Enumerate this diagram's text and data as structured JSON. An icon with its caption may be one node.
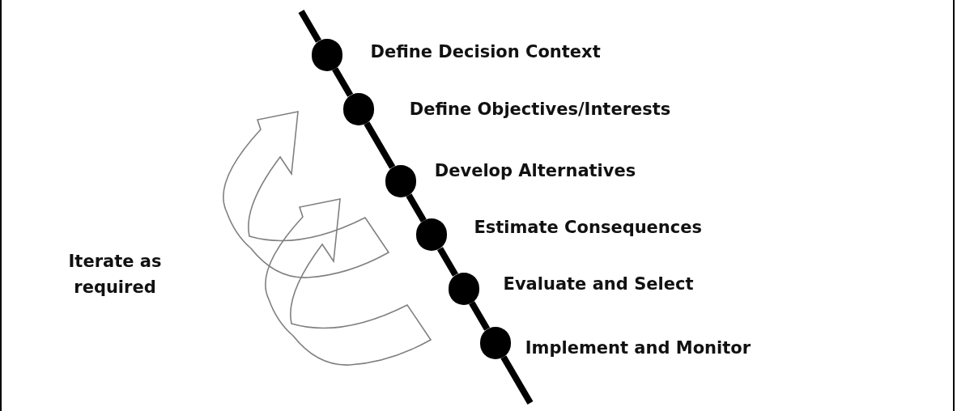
{
  "diagram": {
    "nodes": [
      {
        "text": [
          "Define Decision Context"
        ]
      },
      {
        "text": [
          "Define Objectives/Interests"
        ]
      },
      {
        "text": [
          "Develop Alternatives"
        ]
      },
      {
        "text": [
          "Estimate Consequences"
        ]
      },
      {
        "text": [
          "Evaluate and Select"
        ]
      },
      {
        "text": [
          "Implement and Monitor"
        ]
      }
    ],
    "edges": [
      {
        "from": null,
        "to": 0,
        "arrow": "none"
      },
      {
        "from": 0,
        "to": 1,
        "arrow": "none"
      },
      {
        "from": 1,
        "to": 2,
        "arrow": "none"
      },
      {
        "from": 2,
        "to": 3,
        "arrow": "none"
      },
      {
        "from": 3,
        "to": 4,
        "arrow": "none"
      },
      {
        "from": 4,
        "to": 5,
        "arrow": "none"
      },
      {
        "from": 5,
        "to": null,
        "arrow": "none"
      }
    ],
    "labels": [
      "Iterate as required"
    ]
  }
}
